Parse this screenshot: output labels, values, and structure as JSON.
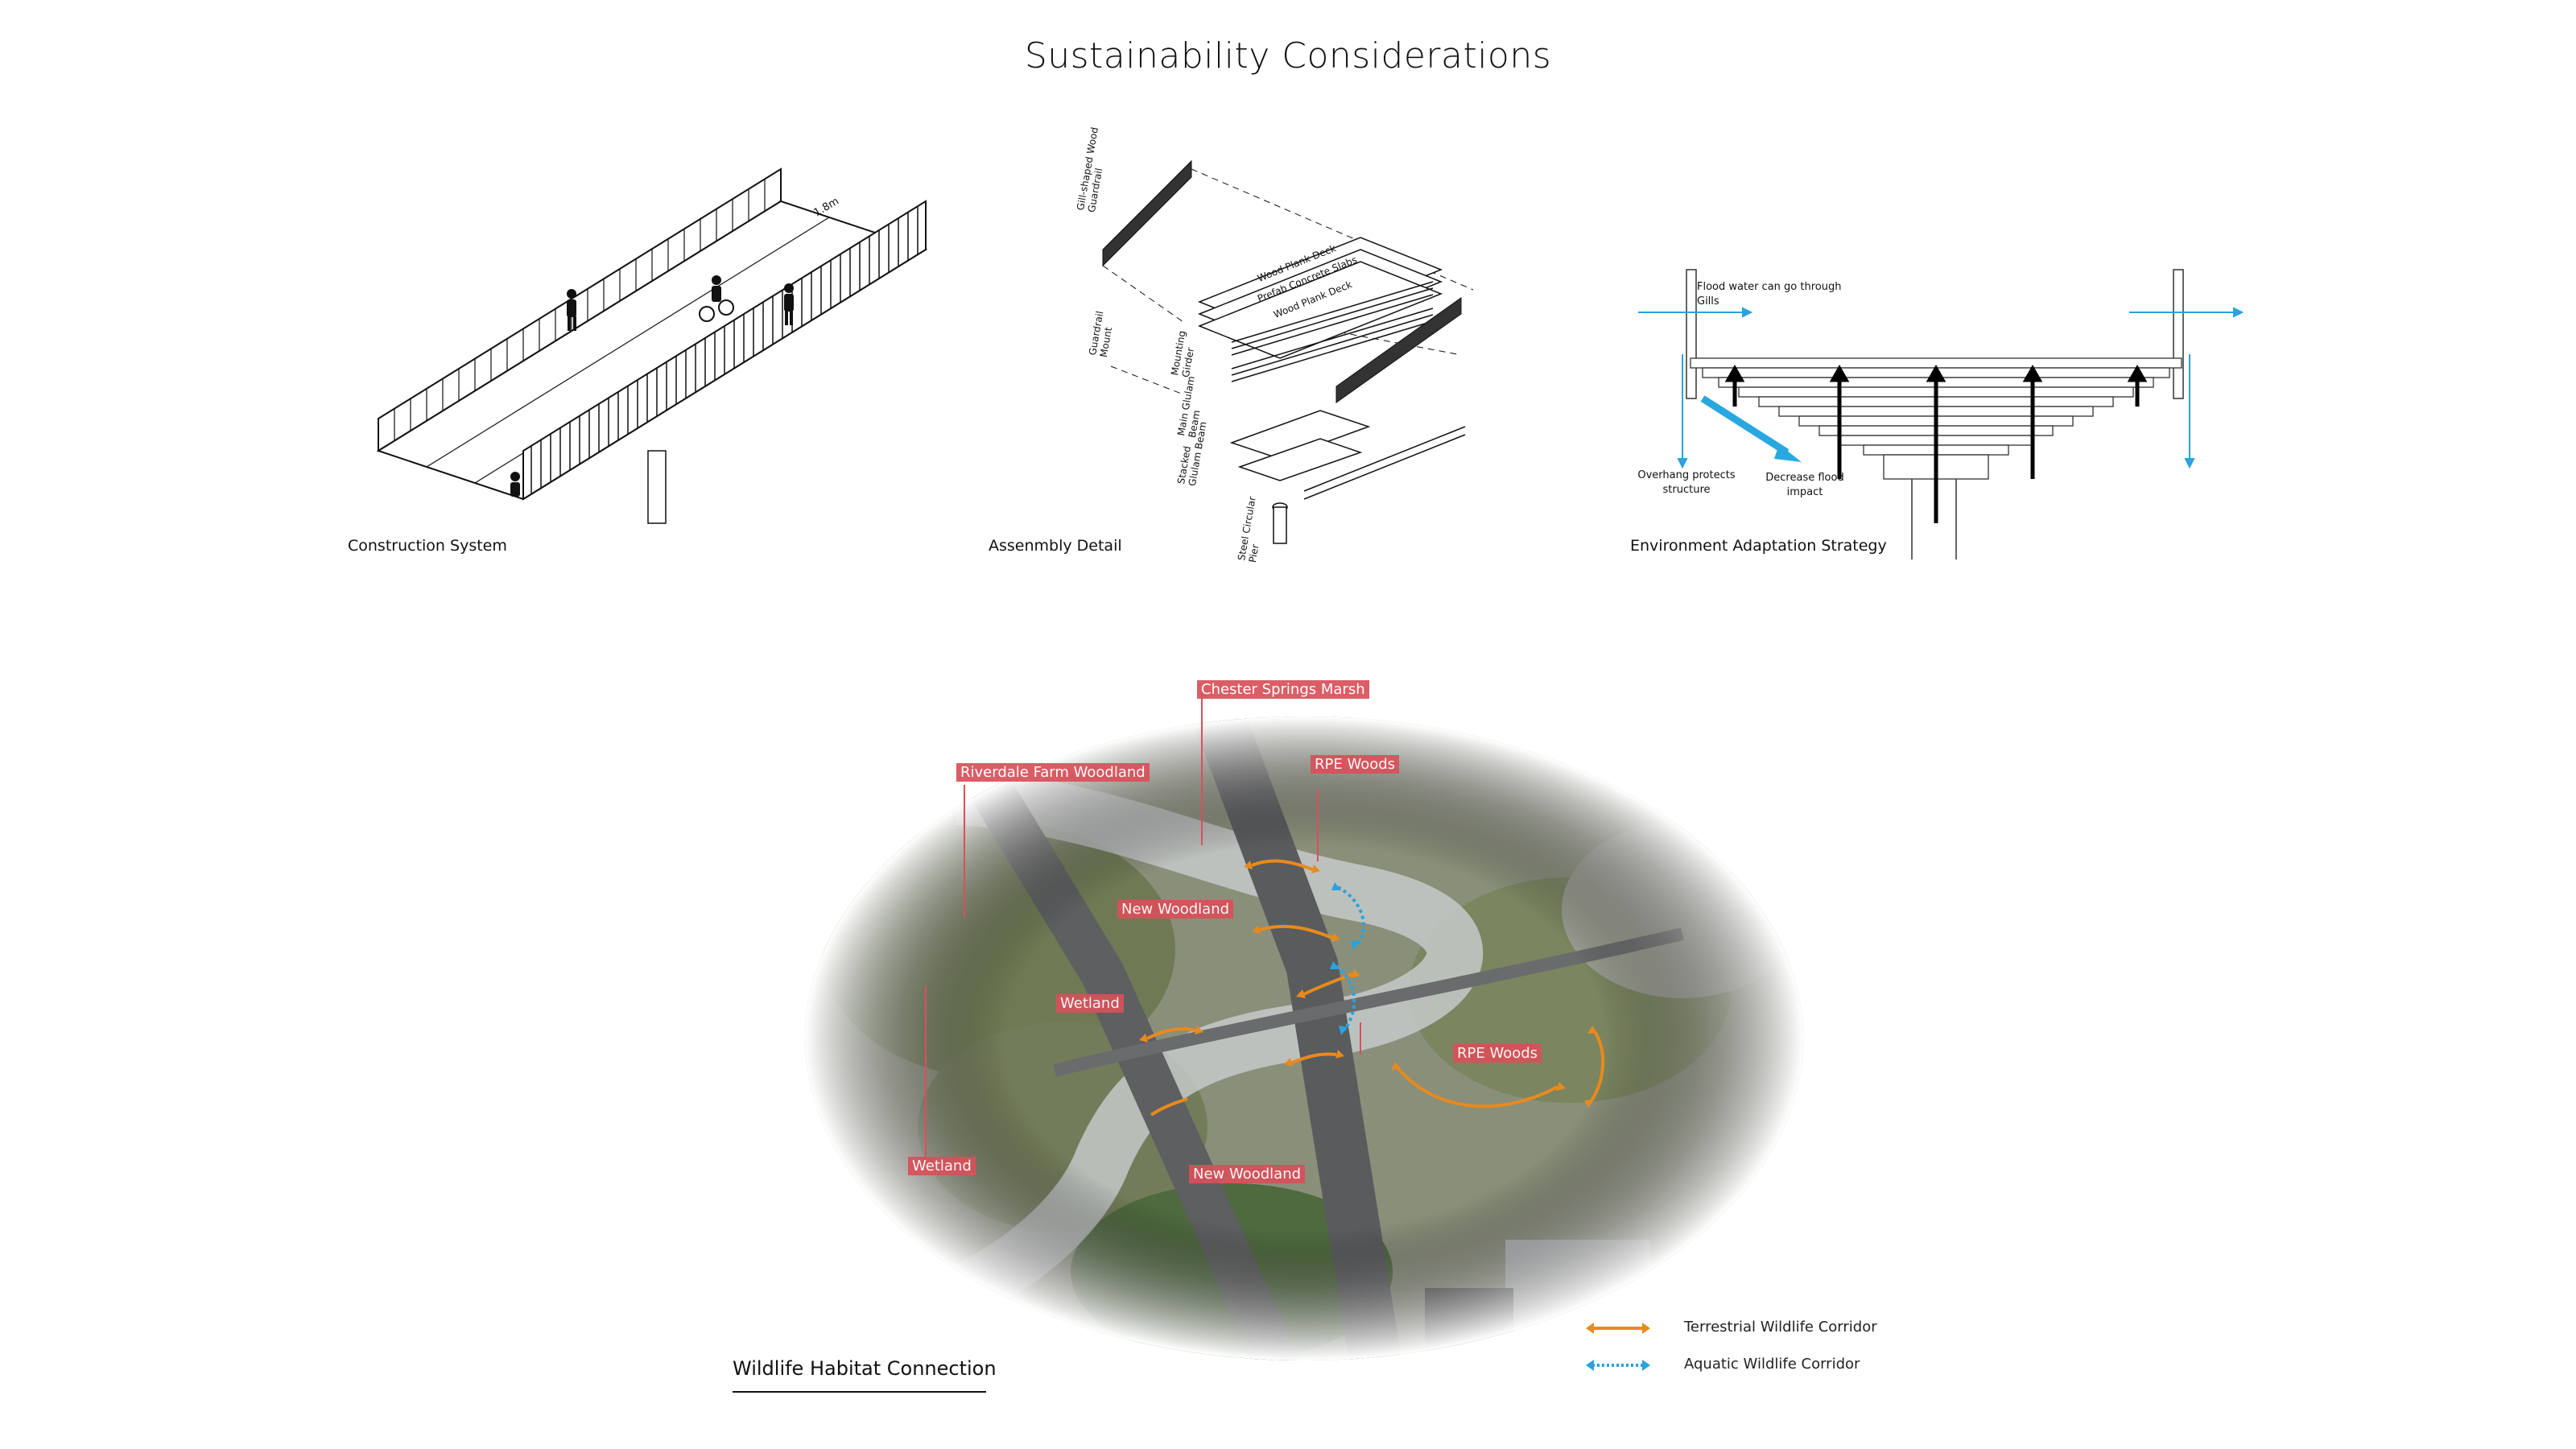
{
  "title": "Sustainability Considerations",
  "panels": {
    "construction": {
      "caption": "Construction System",
      "dim_label": "1.8m"
    },
    "assembly": {
      "caption": "Assenmbly Detail",
      "labels": {
        "gill_guardrail": "Gill-shaped Wood Guardrail",
        "guardrail_mount": "Guardrail Mount",
        "mounting_girder": "Mounting Girder",
        "main_glulam": "Main Glulam Beam",
        "stacked_glulam": "Stacked Glulam Beam",
        "steel_pier": "Steel Circular Pier",
        "wood_plank_deck_1": "Wood Plank Deck",
        "prefab_slabs": "Prefab Concrete Slabs",
        "wood_plank_deck_2": "Wood Plank Deck"
      }
    },
    "environment": {
      "caption": "Environment Adaptation Strategy",
      "flood_note": "Flood water can go through Gills",
      "overhang_note": "Overhang protects structure",
      "decrease_note": "Decrease flood impact"
    }
  },
  "map": {
    "section_title": "Wildlife Habitat Connection",
    "labels": {
      "chester": "Chester Springs Marsh",
      "riverdale": "Riverdale Farm Woodland",
      "rpe_woods_top": "RPE Woods",
      "new_woodland_top": "New Woodland",
      "wetland_mid": "Wetland",
      "rpe_woods_mid": "RPE Woods",
      "wetland_low": "Wetland",
      "new_woodland_low": "New Woodland"
    },
    "legend": {
      "terrestrial": "Terrestrial Wildlife Corridor",
      "aquatic": "Aquatic Wildlife Corridor"
    },
    "colors": {
      "terrestrial": "#e88a1e",
      "aquatic": "#2aa3de",
      "label_bg": "#d9505a"
    }
  }
}
